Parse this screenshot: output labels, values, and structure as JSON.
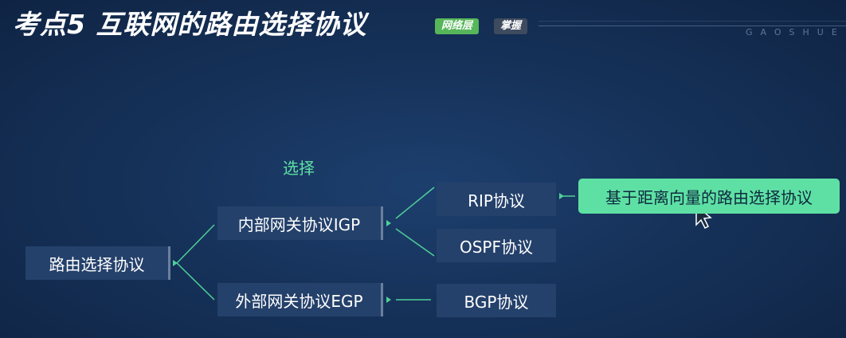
{
  "header": {
    "title": "考点5 互联网的路由选择协议",
    "tag_layer": "网络层",
    "tag_level": "掌握",
    "watermark": "GAOSHUE"
  },
  "diagram": {
    "edge_label": "选择",
    "root": "路由选择协议",
    "igp": "内部网关协议IGP",
    "egp": "外部网关协议EGP",
    "rip": "RIP协议",
    "ospf": "OSPF协议",
    "bgp": "BGP协议",
    "rip_note": "基于距离向量的路由选择协议"
  },
  "colors": {
    "accent": "#5ee0a4",
    "node_bg": "#24416b",
    "tag_green": "#57b65a"
  }
}
